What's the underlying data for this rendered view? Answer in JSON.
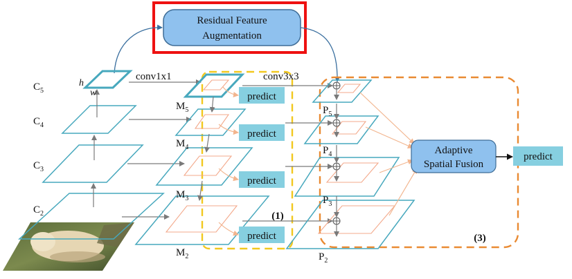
{
  "modules": {
    "rfa": {
      "line1": "Residual Feature",
      "line2": "Augmentation",
      "fill": "#8fc1ee",
      "highlight_color": "#ee1111"
    },
    "asf": {
      "line1": "Adaptive",
      "line2": "Spatial Fusion",
      "fill": "#8fc1ee"
    }
  },
  "ops": {
    "lateral": "conv1x1",
    "output": "conv3x3"
  },
  "dims": {
    "h": "h",
    "w": "w"
  },
  "backbone_levels": [
    {
      "base": "C",
      "sub": "5"
    },
    {
      "base": "C",
      "sub": "4"
    },
    {
      "base": "C",
      "sub": "3"
    },
    {
      "base": "C",
      "sub": "2"
    }
  ],
  "fpn_levels": [
    {
      "base": "M",
      "sub": "5"
    },
    {
      "base": "M",
      "sub": "4"
    },
    {
      "base": "M",
      "sub": "3"
    },
    {
      "base": "M",
      "sub": "2"
    }
  ],
  "output_levels": [
    {
      "base": "P",
      "sub": "5"
    },
    {
      "base": "P",
      "sub": "4"
    },
    {
      "base": "P",
      "sub": "3"
    },
    {
      "base": "P",
      "sub": "2"
    }
  ],
  "predict_label": "predict",
  "region_labels": {
    "one": "(1)",
    "three": "(3)"
  },
  "colors": {
    "plane_stroke": "#47a8bd",
    "predict_fill": "#86cfe0",
    "yellow_dash": "#f2c81e",
    "orange_dash": "#e98a32",
    "arrow": "#7a7a7a",
    "inner_rect": "#f3a98b"
  },
  "image": {
    "description_icon": "bear-photo"
  }
}
